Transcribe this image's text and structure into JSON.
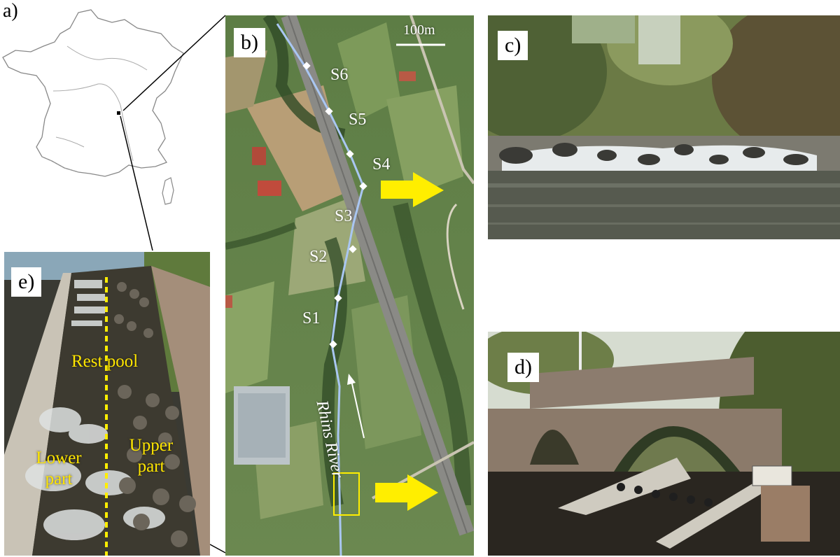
{
  "panel_labels": {
    "a": "a)",
    "b": "b)",
    "c": "c)",
    "d": "d)",
    "e": "e)"
  },
  "map": {
    "scale_label": "100m",
    "sites": [
      "S6",
      "S5",
      "S4",
      "S3",
      "S2",
      "S1"
    ],
    "river_label": "Rhins River"
  },
  "fishway": {
    "rest_pool": "Rest pool",
    "upper_part": "Upper part",
    "lower_part": "Lower part"
  },
  "colors": {
    "highlight": "#ffee00",
    "river": "#8fb6ee",
    "marker": "#ffffff"
  }
}
